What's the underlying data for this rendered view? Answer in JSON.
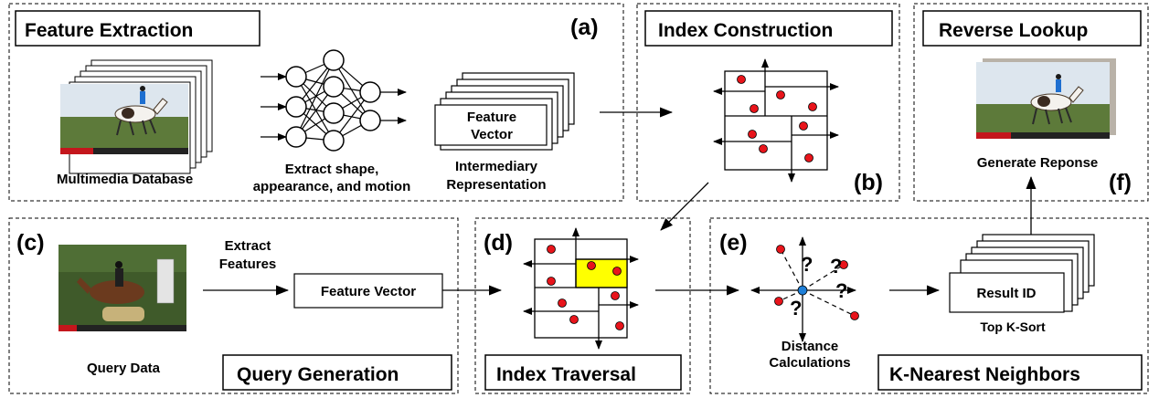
{
  "panels": {
    "feature_extraction": {
      "title": "Feature Extraction",
      "letter": "(a)",
      "database_label": "Multimedia Database",
      "network_label_line1": "Extract shape,",
      "network_label_line2": "appearance, and motion",
      "vector_line1": "Feature",
      "vector_line2": "Vector",
      "representation_line1": "Intermediary",
      "representation_line2": "Representation"
    },
    "index_construction": {
      "title": "Index Construction",
      "letter": "(b)"
    },
    "reverse_lookup": {
      "title": "Reverse Lookup",
      "letter": "(f)",
      "response_label": "Generate Reponse"
    },
    "query_generation": {
      "title": "Query Generation",
      "letter": "(c)",
      "query_label": "Query Data",
      "extract_line1": "Extract",
      "extract_line2": "Features",
      "feature_vector": "Feature Vector"
    },
    "index_traversal": {
      "title": "Index Traversal",
      "letter": "(d)"
    },
    "knn": {
      "title": "K-Nearest Neighbors",
      "letter": "(e)",
      "distance_line1": "Distance",
      "distance_line2": "Calculations",
      "question_mark": "?",
      "result_id": "Result ID",
      "topk_label": "Top K-Sort"
    }
  },
  "colors": {
    "point": "#e8141b",
    "highlight": "#ffff00",
    "query_point": "#1e7fd8",
    "sky": "#dde6ee",
    "grass": "#5d7a3a",
    "query_bg": "#3f5a2a"
  }
}
